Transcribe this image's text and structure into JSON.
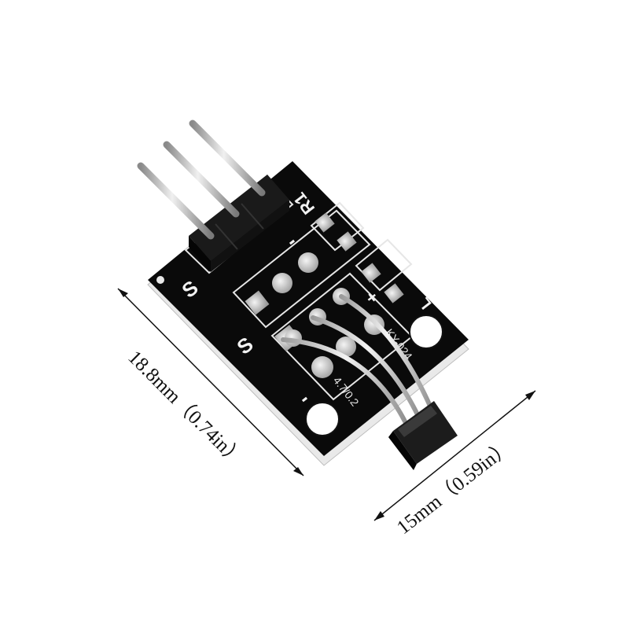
{
  "dimensions": {
    "length_label": "18.8mm（0.74in）",
    "width_label": "15mm（0.59in）"
  },
  "board": {
    "silk_s_left": "S",
    "silk_s_mid": "S",
    "silk_r1": "R1",
    "silk_l": "L",
    "silk_minus_a": "-",
    "silk_minus_b": "-",
    "silk_plus": "+",
    "silk_model": "KY-024",
    "silk_side": "4.7/0.2"
  },
  "colors": {
    "pcb": "#0a0a0a",
    "pad": "#d8d8d8",
    "pin": "#c9c9c9",
    "silkscreen": "#f2f2f2"
  }
}
